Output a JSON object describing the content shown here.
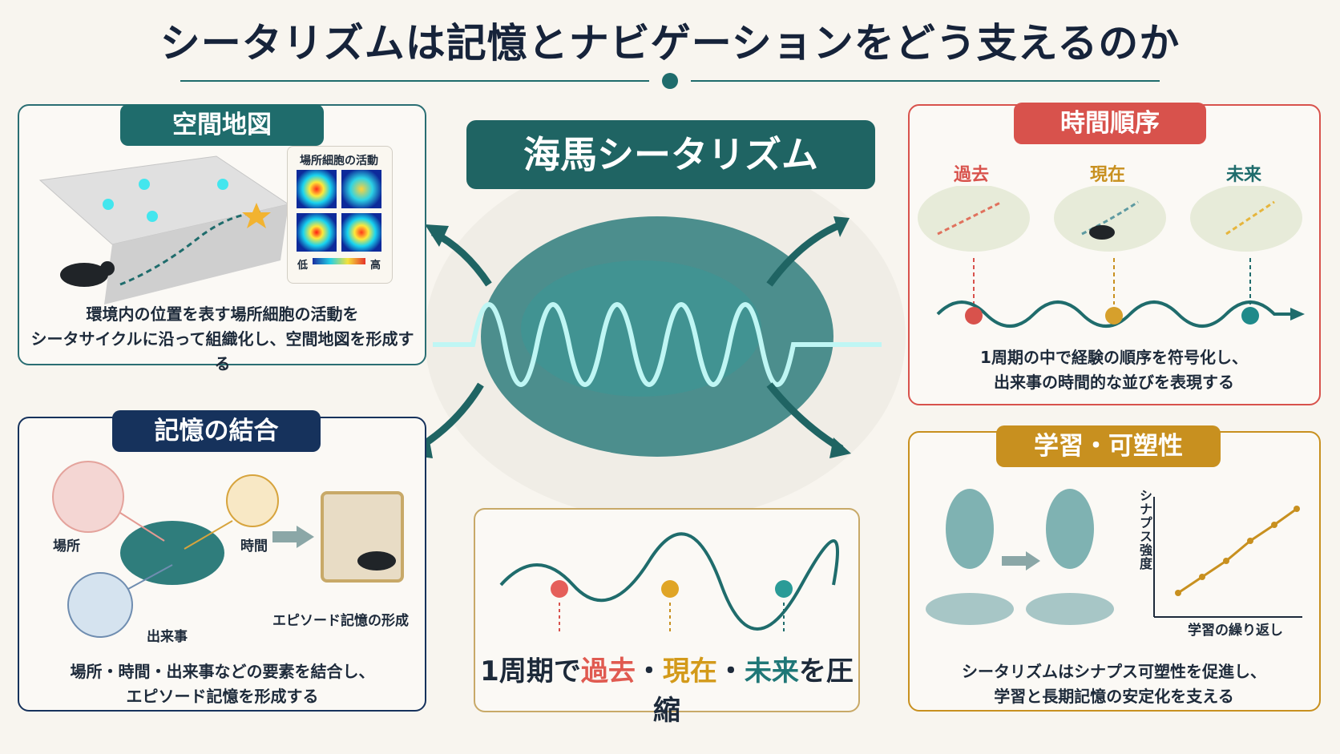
{
  "title": "シータリズムは記憶とナビゲーションをどう支えるのか",
  "center": {
    "label": "海馬シータリズム"
  },
  "spatial": {
    "tag": "空間地図",
    "heatmap_title": "場所細胞の活動",
    "low": "低",
    "high": "高",
    "caption1": "環境内の位置を表す場所細胞の活動を",
    "caption2": "シータサイクルに沿って組織化し、空間地図を形成する"
  },
  "time": {
    "tag": "時間順序",
    "past": "過去",
    "present": "現在",
    "future": "未来",
    "caption1": "1周期の中で経験の順序を符号化し、",
    "caption2": "出来事の時間的な並びを表現する"
  },
  "memory": {
    "tag": "記憶の結合",
    "place": "場所",
    "time": "時間",
    "event": "出来事",
    "result": "エピソード記憶の形成",
    "caption1": "場所・時間・出来事などの要素を結合し、",
    "caption2": "エピソード記憶を形成する"
  },
  "compress": {
    "prefix": "1周期で",
    "past": "過去",
    "sep1": "・",
    "present": "現在",
    "sep2": "・",
    "future": "未来",
    "suffix": "を圧縮"
  },
  "learning": {
    "tag": "学習・可塑性",
    "yaxis": "シナプス強度",
    "xaxis": "学習の繰り返し",
    "caption1": "シータリズムはシナプス可塑性を促進し、",
    "caption2": "学習と長期記憶の安定化を支える"
  },
  "colors": {
    "teal": "#1f6c6c",
    "red": "#d8524c",
    "gold": "#c8901f",
    "navy": "#16325c"
  }
}
